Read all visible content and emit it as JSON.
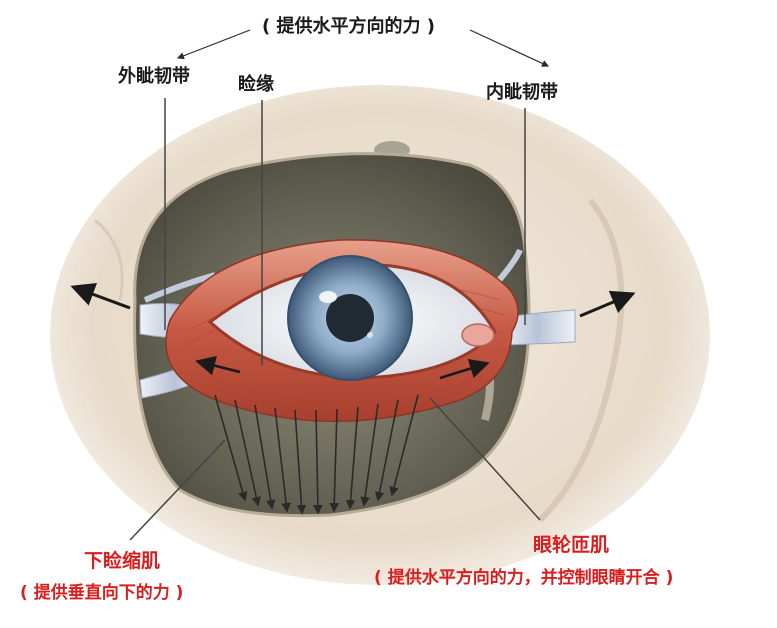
{
  "labels": {
    "top_note": "( 提供水平方向的力 )",
    "lateral_canthal_tendon": "外眦韧带",
    "eyelid_margin": "睑缘",
    "medial_canthal_tendon": "内眦韧带",
    "lower_lid_retractor": "下睑缩肌",
    "lower_lid_retractor_note": "( 提供垂直向下的力 )",
    "orbicularis_oculi": "眼轮匝肌",
    "orbicularis_oculi_note": "( 提供水平方向的力，并控制眼睛开合 )"
  },
  "colors": {
    "label_black": "#1a1a1a",
    "label_red": "#d81e1e",
    "skin": "#e9dccb",
    "orbit_shadow": "#5f5d4f",
    "muscle": "#c85a44",
    "muscle_light": "#e59a82",
    "tendon": "#cfd6e3",
    "iris": "#7e9cbc",
    "pupil": "#1f2a33"
  }
}
